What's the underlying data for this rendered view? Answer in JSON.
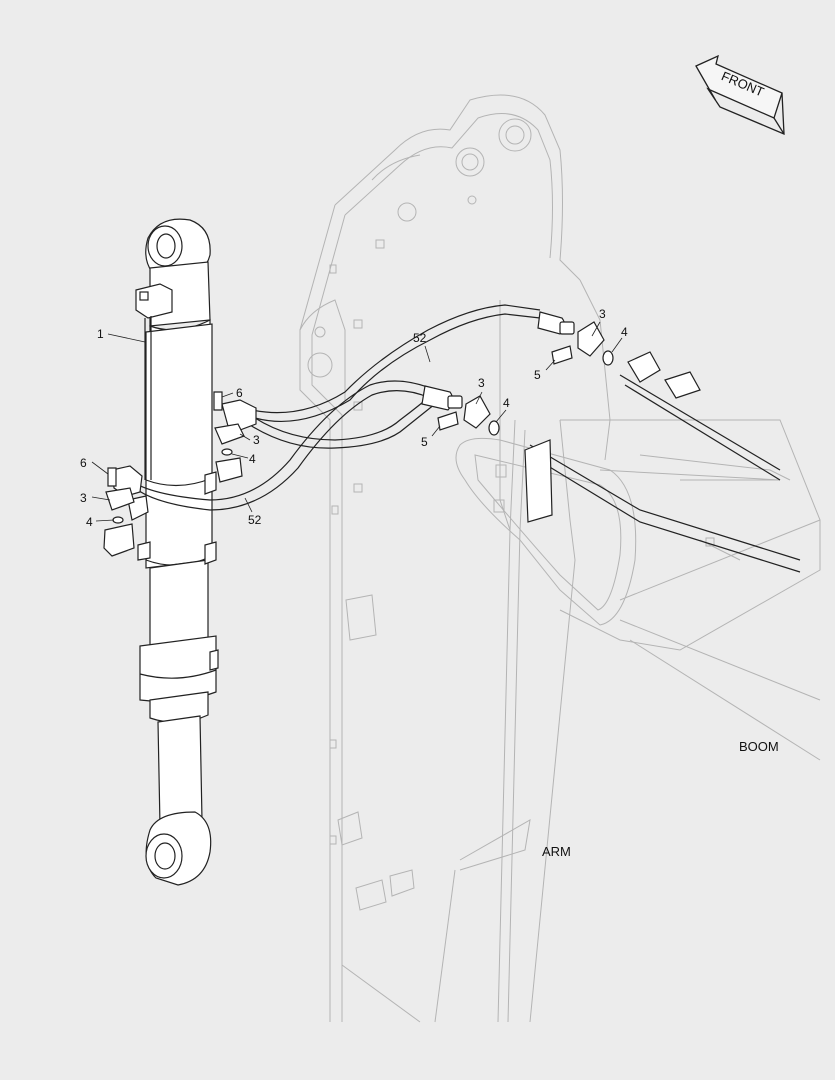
{
  "front_arrow": {
    "label": "FRONT"
  },
  "area_labels": {
    "boom": "BOOM",
    "arm": "ARM"
  },
  "callouts": [
    {
      "id": "c-1",
      "text": "1"
    },
    {
      "id": "c-52a",
      "text": "52"
    },
    {
      "id": "c-52b",
      "text": "52"
    },
    {
      "id": "c-3a",
      "text": "3"
    },
    {
      "id": "c-4a",
      "text": "4"
    },
    {
      "id": "c-5a",
      "text": "5"
    },
    {
      "id": "c-3b",
      "text": "3"
    },
    {
      "id": "c-4b",
      "text": "4"
    },
    {
      "id": "c-5b",
      "text": "5"
    },
    {
      "id": "c-6a",
      "text": "6"
    },
    {
      "id": "c-3c",
      "text": "3"
    },
    {
      "id": "c-4c",
      "text": "4"
    },
    {
      "id": "c-6b",
      "text": "6"
    },
    {
      "id": "c-3d",
      "text": "3"
    },
    {
      "id": "c-4d",
      "text": "4"
    }
  ]
}
